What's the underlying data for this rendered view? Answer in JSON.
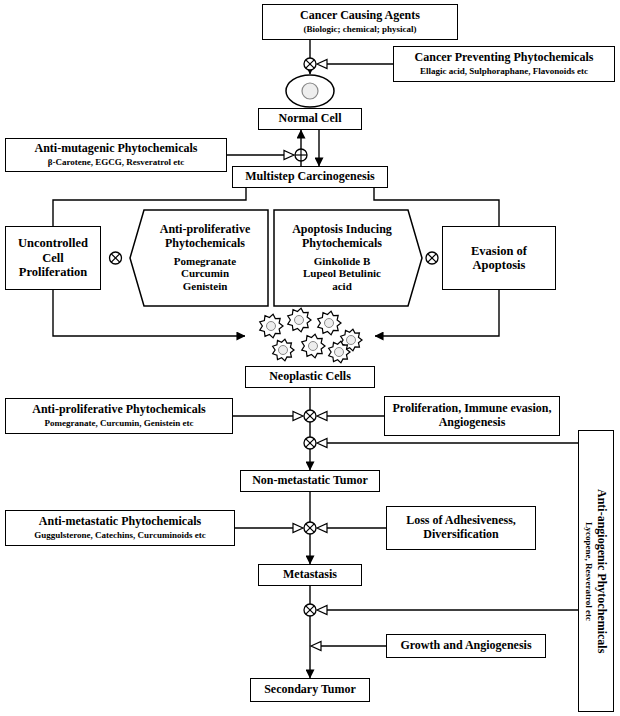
{
  "diagram": {
    "nodes": [
      {
        "text": [
          "Cancer Causing Agents",
          "(Biologic; chemical; physical)"
        ]
      },
      {
        "text": [
          "Cancer Preventing Phytochemicals",
          "Ellagic acid, Sulphoraphane, Flavonoids etc"
        ]
      },
      {
        "text": [
          "Normal Cell"
        ]
      },
      {
        "text": [
          "Anti-mutagenic Phytochemicals",
          "β-Carotene, EGCG, Resveratrol etc"
        ]
      },
      {
        "text": [
          "Multistep Carcinogenesis"
        ]
      },
      {
        "text": [
          "Uncontrolled Cell Proliferation"
        ]
      },
      {
        "text": [
          "Anti-proliferative Phytochemicals",
          "Pomegranate Curcumin Genistein"
        ]
      },
      {
        "text": [
          "Apoptosis Inducing Phytochemicals",
          "Ginkolide B Lupeol Betulinic acid"
        ]
      },
      {
        "text": [
          "Evasion of Apoptosis"
        ]
      },
      {
        "text": [
          "Neoplastic Cells"
        ]
      },
      {
        "text": [
          "Anti-proliferative Phytochemicals",
          "Pomegranate, Curcumin, Genistein etc"
        ]
      },
      {
        "text": [
          "Proliferation, Immune evasion, Angiogenesis"
        ]
      },
      {
        "text": [
          "Anti-angiogenic Phytochemicals",
          "Lycopene, Resveratrol etc"
        ]
      },
      {
        "text": [
          "Non-metastatic Tumor"
        ]
      },
      {
        "text": [
          "Anti-metastatic Phytochemicals",
          "Guggulsterone, Catechins, Curcuminoids etc"
        ]
      },
      {
        "text": [
          "Loss of Adhesiveness, Diversification"
        ]
      },
      {
        "text": [
          "Metastasis"
        ]
      },
      {
        "text": [
          "Growth and Angiogenesis"
        ]
      },
      {
        "text": [
          "Secondary Tumor"
        ]
      }
    ],
    "edges": [
      {
        "from": 0,
        "to": 2,
        "arrow": "to"
      },
      {
        "from": 2,
        "to": 4,
        "arrow": "to"
      },
      {
        "from": 4,
        "to": 2,
        "arrow": "to"
      },
      {
        "from": 4,
        "to": 5,
        "arrow": "none"
      },
      {
        "from": 4,
        "to": 8,
        "arrow": "none"
      },
      {
        "from": 5,
        "to": 9,
        "arrow": "to"
      },
      {
        "from": 8,
        "to": 9,
        "arrow": "to"
      },
      {
        "from": 9,
        "to": 13,
        "arrow": "to"
      },
      {
        "from": 13,
        "to": 16,
        "arrow": "to"
      },
      {
        "from": 16,
        "to": 18,
        "arrow": "to"
      }
    ]
  }
}
